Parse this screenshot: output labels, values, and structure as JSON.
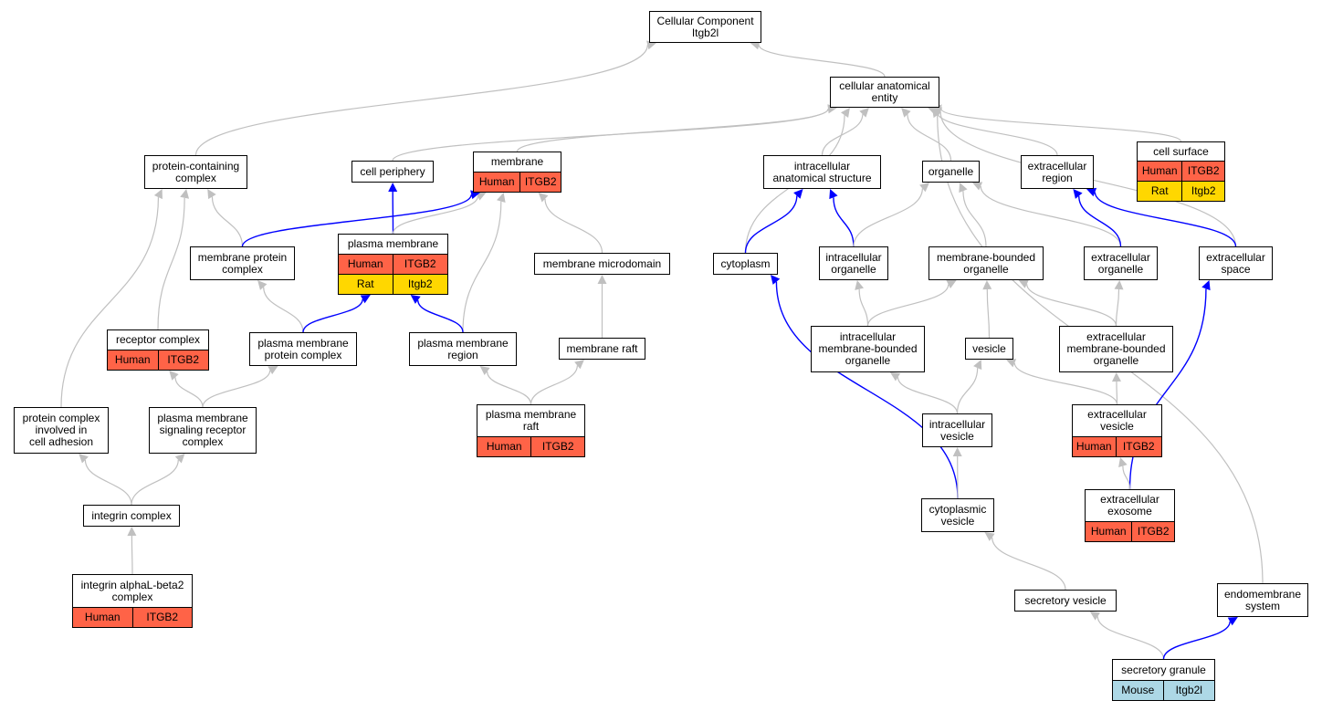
{
  "colors": {
    "node_border": "#000000",
    "edge_gray": "#c0c0c0",
    "edge_blue": "#0000ff",
    "human": "#ff6347",
    "rat": "#ffd700",
    "mouse": "#add8e6"
  },
  "nodes": {
    "root": {
      "label": "Cellular Component\nItgb2l"
    },
    "cae": {
      "label": "cellular anatomical\nentity"
    },
    "pcc": {
      "label": "protein-containing\ncomplex"
    },
    "cp": {
      "label": "cell periphery"
    },
    "mem": {
      "label": "membrane",
      "rows": [
        [
          "Human",
          "ITGB2"
        ]
      ]
    },
    "ias": {
      "label": "intracellular\nanatomical structure"
    },
    "org": {
      "label": "organelle"
    },
    "exr": {
      "label": "extracellular\nregion"
    },
    "cs": {
      "label": "cell surface",
      "rows": [
        [
          "Human",
          "ITGB2"
        ],
        [
          "Rat",
          "Itgb2"
        ]
      ]
    },
    "mpc": {
      "label": "membrane protein\ncomplex"
    },
    "pm": {
      "label": "plasma membrane",
      "rows": [
        [
          "Human",
          "ITGB2"
        ],
        [
          "Rat",
          "Itgb2"
        ]
      ]
    },
    "mmd": {
      "label": "membrane microdomain"
    },
    "cyt": {
      "label": "cytoplasm"
    },
    "io": {
      "label": "intracellular\norganelle"
    },
    "mbo": {
      "label": "membrane-bounded\norganelle"
    },
    "eo": {
      "label": "extracellular\norganelle"
    },
    "es": {
      "label": "extracellular\nspace"
    },
    "rc": {
      "label": "receptor complex",
      "rows": [
        [
          "Human",
          "ITGB2"
        ]
      ]
    },
    "pmpc": {
      "label": "plasma membrane\nprotein complex"
    },
    "pmr": {
      "label": "plasma membrane\nregion"
    },
    "mr": {
      "label": "membrane raft"
    },
    "imbo": {
      "label": "intracellular\nmembrane-bounded\norganelle"
    },
    "ves": {
      "label": "vesicle"
    },
    "embo": {
      "label": "extracellular\nmembrane-bounded\norganelle"
    },
    "pcica": {
      "label": "protein complex\ninvolved in\ncell adhesion"
    },
    "pmsrc": {
      "label": "plasma membrane\nsignaling receptor\ncomplex"
    },
    "pmraft": {
      "label": "plasma membrane\nraft",
      "rows": [
        [
          "Human",
          "ITGB2"
        ]
      ]
    },
    "iv": {
      "label": "intracellular\nvesicle"
    },
    "ev": {
      "label": "extracellular\nvesicle",
      "rows": [
        [
          "Human",
          "ITGB2"
        ]
      ]
    },
    "ic": {
      "label": "integrin complex"
    },
    "cv": {
      "label": "cytoplasmic\nvesicle"
    },
    "ee": {
      "label": "extracellular\nexosome",
      "rows": [
        [
          "Human",
          "ITGB2"
        ]
      ]
    },
    "ialb2": {
      "label": "integrin alphaL-beta2\ncomplex",
      "rows": [
        [
          "Human",
          "ITGB2"
        ]
      ]
    },
    "sv": {
      "label": "secretory vesicle"
    },
    "ems": {
      "label": "endomembrane\nsystem"
    },
    "sg": {
      "label": "secretory granule",
      "rows": [
        [
          "Mouse",
          "Itgb2l"
        ]
      ]
    }
  },
  "edges": [
    {
      "from": "cae",
      "to": "root",
      "kind": "gray"
    },
    {
      "from": "pcc",
      "to": "root",
      "kind": "gray"
    },
    {
      "from": "cp",
      "to": "cae",
      "kind": "gray"
    },
    {
      "from": "mem",
      "to": "cae",
      "kind": "gray"
    },
    {
      "from": "ias",
      "to": "cae",
      "kind": "gray"
    },
    {
      "from": "org",
      "to": "cae",
      "kind": "gray"
    },
    {
      "from": "exr",
      "to": "cae",
      "kind": "gray"
    },
    {
      "from": "cs",
      "to": "cae",
      "kind": "gray"
    },
    {
      "from": "cyt",
      "to": "cae",
      "kind": "gray"
    },
    {
      "from": "es",
      "to": "cae",
      "kind": "gray"
    },
    {
      "from": "ems",
      "to": "cae",
      "kind": "gray"
    },
    {
      "from": "mpc",
      "to": "pcc",
      "kind": "gray"
    },
    {
      "from": "rc",
      "to": "pcc",
      "kind": "gray"
    },
    {
      "from": "pcica",
      "to": "pcc",
      "kind": "gray"
    },
    {
      "from": "pm",
      "to": "cp",
      "kind": "blue"
    },
    {
      "from": "pm",
      "to": "mem",
      "kind": "gray"
    },
    {
      "from": "mpc",
      "to": "mem",
      "kind": "blue"
    },
    {
      "from": "pmr",
      "to": "mem",
      "kind": "gray"
    },
    {
      "from": "mmd",
      "to": "mem",
      "kind": "gray"
    },
    {
      "from": "cyt",
      "to": "ias",
      "kind": "blue"
    },
    {
      "from": "io",
      "to": "ias",
      "kind": "blue"
    },
    {
      "from": "io",
      "to": "org",
      "kind": "gray"
    },
    {
      "from": "mbo",
      "to": "org",
      "kind": "gray"
    },
    {
      "from": "eo",
      "to": "org",
      "kind": "gray"
    },
    {
      "from": "eo",
      "to": "exr",
      "kind": "blue"
    },
    {
      "from": "es",
      "to": "exr",
      "kind": "blue"
    },
    {
      "from": "pmpc",
      "to": "mpc",
      "kind": "gray"
    },
    {
      "from": "pmpc",
      "to": "pm",
      "kind": "blue"
    },
    {
      "from": "pmr",
      "to": "pm",
      "kind": "blue"
    },
    {
      "from": "mr",
      "to": "mmd",
      "kind": "gray"
    },
    {
      "from": "cv",
      "to": "cyt",
      "kind": "blue"
    },
    {
      "from": "imbo",
      "to": "io",
      "kind": "gray"
    },
    {
      "from": "imbo",
      "to": "mbo",
      "kind": "gray"
    },
    {
      "from": "ves",
      "to": "mbo",
      "kind": "gray"
    },
    {
      "from": "embo",
      "to": "mbo",
      "kind": "gray"
    },
    {
      "from": "embo",
      "to": "eo",
      "kind": "gray"
    },
    {
      "from": "ee",
      "to": "es",
      "kind": "blue"
    },
    {
      "from": "pmsrc",
      "to": "rc",
      "kind": "gray"
    },
    {
      "from": "pmsrc",
      "to": "pmpc",
      "kind": "gray"
    },
    {
      "from": "pmraft",
      "to": "pmr",
      "kind": "gray"
    },
    {
      "from": "pmraft",
      "to": "mr",
      "kind": "gray"
    },
    {
      "from": "iv",
      "to": "imbo",
      "kind": "gray"
    },
    {
      "from": "iv",
      "to": "ves",
      "kind": "gray"
    },
    {
      "from": "ev",
      "to": "ves",
      "kind": "gray"
    },
    {
      "from": "ev",
      "to": "embo",
      "kind": "gray"
    },
    {
      "from": "ic",
      "to": "pcica",
      "kind": "gray"
    },
    {
      "from": "ic",
      "to": "pmsrc",
      "kind": "gray"
    },
    {
      "from": "cv",
      "to": "iv",
      "kind": "gray"
    },
    {
      "from": "ee",
      "to": "ev",
      "kind": "gray"
    },
    {
      "from": "ialb2",
      "to": "ic",
      "kind": "gray"
    },
    {
      "from": "sv",
      "to": "cv",
      "kind": "gray"
    },
    {
      "from": "sg",
      "to": "sv",
      "kind": "gray"
    },
    {
      "from": "sg",
      "to": "ems",
      "kind": "blue"
    }
  ]
}
